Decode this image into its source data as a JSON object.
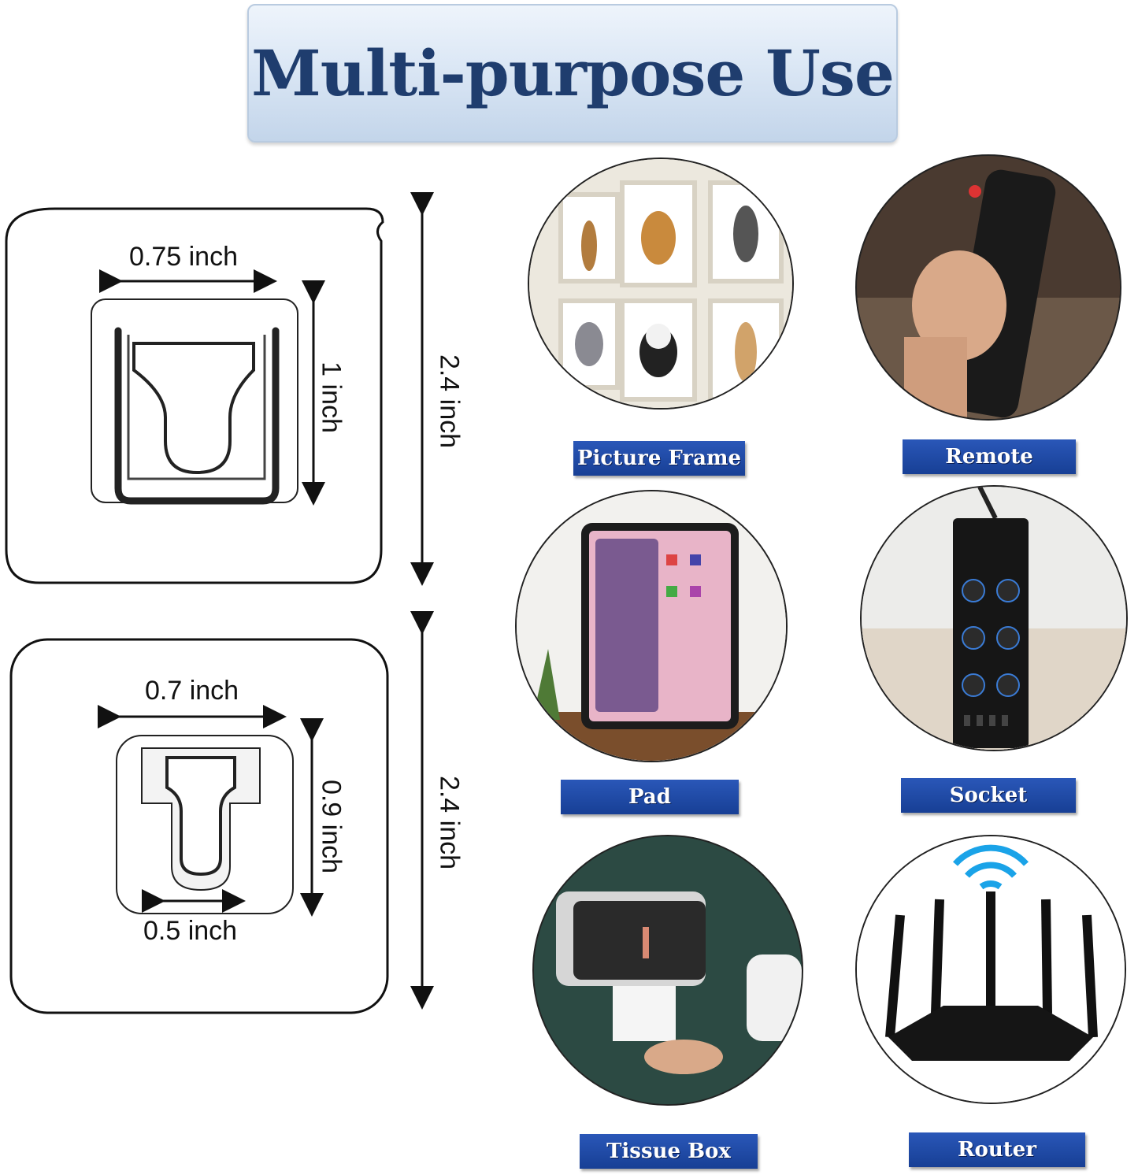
{
  "title": "Multi-purpose Use",
  "hook_large": {
    "width_label": "0.75 inch",
    "height_label": "1 inch",
    "pad_label": "2.4 inch"
  },
  "hook_small": {
    "width_label": "0.7 inch",
    "height_label": "0.9 inch",
    "bottom_label": "0.5 inch",
    "pad_label": "2.4 inch"
  },
  "uses": [
    {
      "label": "Picture Frame",
      "icon": "picture-frame-photo"
    },
    {
      "label": "Remote",
      "icon": "remote-photo"
    },
    {
      "label": "Pad",
      "icon": "tablet-photo"
    },
    {
      "label": "Socket",
      "icon": "power-strip-photo"
    },
    {
      "label": "Tissue Box",
      "icon": "tissue-box-photo"
    },
    {
      "label": "Router",
      "icon": "router-photo"
    }
  ],
  "colors": {
    "label_bg": "#1f4aa8",
    "title_text": "#1f3d6e",
    "title_bg": "#dbe7f5"
  }
}
